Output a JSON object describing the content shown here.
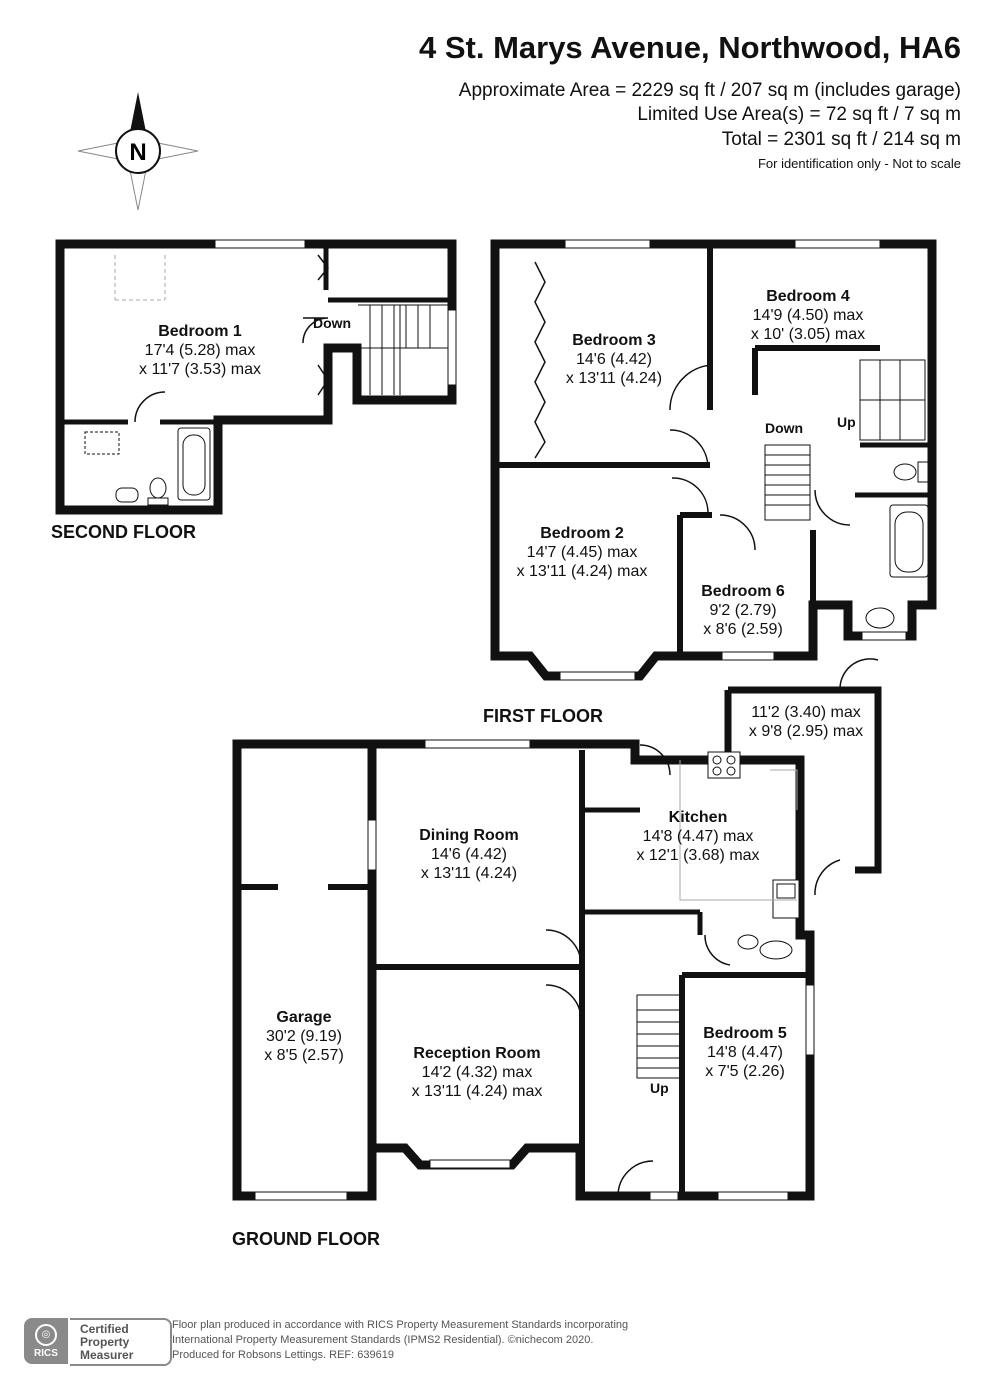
{
  "header": {
    "address": "4 St. Marys Avenue, Northwood, HA6",
    "area_line": "Approximate Area = 2229 sq ft / 207 sq m (includes garage)",
    "limited_line": "Limited Use Area(s) = 72 sq ft / 7 sq m",
    "total_line": "Total = 2301 sq ft / 214 sq m",
    "note": "For identification only - Not to scale"
  },
  "compass": {
    "letter": "N",
    "icon": "compass-rose-icon"
  },
  "floors": {
    "second": "SECOND FLOOR",
    "first": "FIRST FLOOR",
    "ground": "GROUND FLOOR"
  },
  "rooms": {
    "bedroom1": {
      "name": "Bedroom 1",
      "dim1": "17'4 (5.28) max",
      "dim2": "x 11'7 (3.53) max"
    },
    "bedroom3": {
      "name": "Bedroom 3",
      "dim1": "14'6 (4.42)",
      "dim2": "x 13'11 (4.24)"
    },
    "bedroom4": {
      "name": "Bedroom 4",
      "dim1": "14'9 (4.50) max",
      "dim2": "x 10' (3.05) max"
    },
    "bedroom2": {
      "name": "Bedroom 2",
      "dim1": "14'7 (4.45) max",
      "dim2": "x 13'11 (4.24) max"
    },
    "bedroom6": {
      "name": "Bedroom 6",
      "dim1": "9'2 (2.79)",
      "dim2": "x 8'6 (2.59)"
    },
    "conservatory": {
      "dim1": "11'2 (3.40) max",
      "dim2": "x 9'8 (2.95) max"
    },
    "dining": {
      "name": "Dining Room",
      "dim1": "14'6 (4.42)",
      "dim2": "x 13'11 (4.24)"
    },
    "kitchen": {
      "name": "Kitchen",
      "dim1": "14'8 (4.47) max",
      "dim2": "x 12'1 (3.68) max"
    },
    "garage": {
      "name": "Garage",
      "dim1": "30'2 (9.19)",
      "dim2": "x 8'5 (2.57)"
    },
    "reception": {
      "name": "Reception Room",
      "dim1": "14'2 (4.32) max",
      "dim2": "x 13'11 (4.24) max"
    },
    "bedroom5": {
      "name": "Bedroom 5",
      "dim1": "14'8 (4.47)",
      "dim2": "x 7'5 (2.26)"
    }
  },
  "stairs": {
    "second_down": "Down",
    "first_down": "Down",
    "first_up": "Up",
    "ground_up": "Up"
  },
  "footer": {
    "logo_text": "RICS",
    "badge": [
      "Certified",
      "Property",
      "Measurer"
    ],
    "line1": "Floor plan produced in accordance with RICS Property Measurement Standards incorporating",
    "line2": "International Property Measurement Standards (IPMS2 Residential).  ©nichecom 2020.",
    "line3": "Produced for Robsons Lettings.   REF: 639619"
  }
}
